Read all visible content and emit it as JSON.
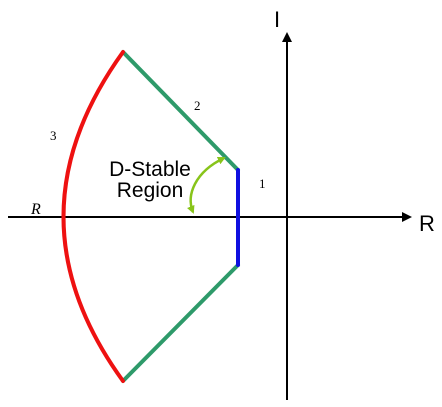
{
  "axes": {
    "real_label": "R",
    "imag_label": "I"
  },
  "region": {
    "line1": "D-Stable",
    "line2": "Region"
  },
  "boundaries": {
    "one": "1",
    "two": "2",
    "three": "3",
    "radius": "R"
  },
  "colors": {
    "axis": "#000000",
    "boundary_1": "#1010e0",
    "boundary_2": "#2e9a6a",
    "boundary_3": "#ee1111",
    "angle_arc": "#88c41a"
  }
}
